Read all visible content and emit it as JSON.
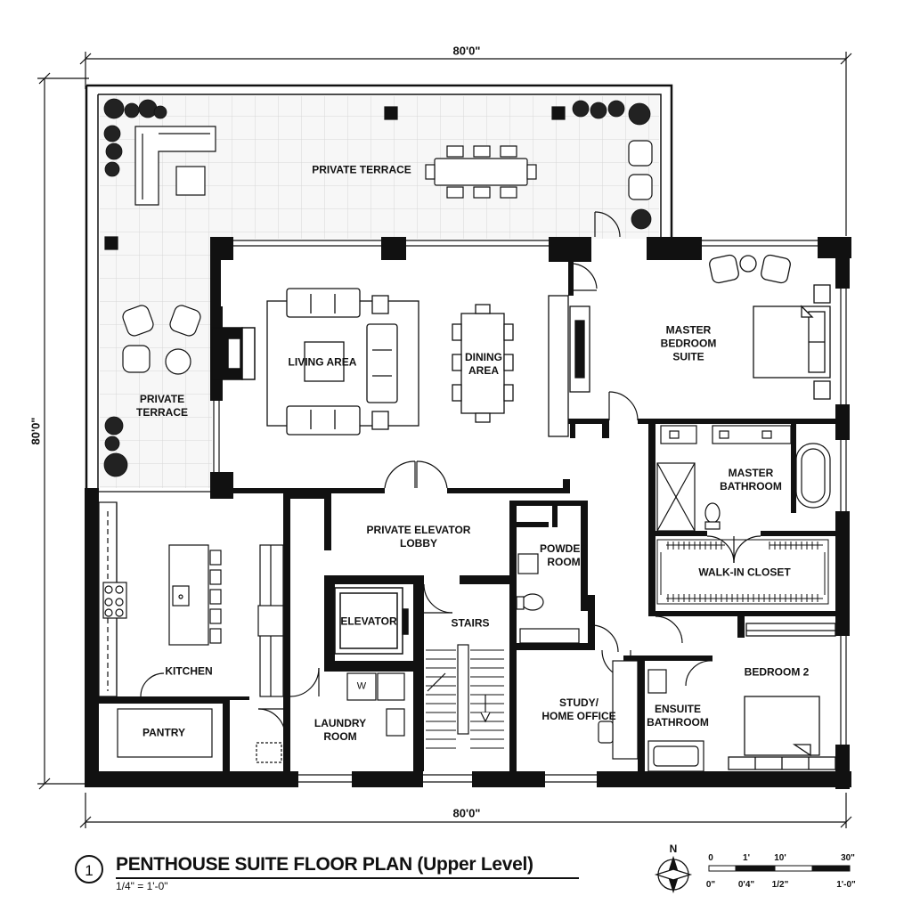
{
  "dimensions": {
    "top": "80'0\"",
    "left": "80'0\"",
    "bottom": "80'0\""
  },
  "rooms": {
    "private_terrace_north": "PRIVATE TERRACE",
    "private_terrace_west": "PRIVATE\nTERRACE",
    "living_area": "LIVING AREA",
    "dining_area": "DINING\nAREA",
    "master_bedroom_suite": "MASTER\nBEDROOM\nSUITE",
    "master_bathroom": "MASTER\nBATHROOM",
    "walk_in_closet": "WALK-IN CLOSET",
    "private_elevator_lobby": "PRIVATE ELEVATOR\nLOBBY",
    "powder_room": "POWDER\nROOM",
    "elevator": "ELEVATOR",
    "stairs": "STAIRS",
    "kitchen": "KITCHEN",
    "pantry": "PANTRY",
    "laundry_room": "LAUNDRY\nROOM",
    "study_home_office": "STUDY/\nHOME OFFICE",
    "ensuite_bathroom": "ENSUITE\nBATHROOM",
    "bedroom_2": "BEDROOM 2",
    "washer_mark": "W"
  },
  "title_block": {
    "number": "1",
    "title": "PENTHOUSE SUITE FLOOR PLAN (Upper Level)",
    "scale": "1/4\" = 1'-0\""
  },
  "north_arrow": {
    "label": "N"
  },
  "scale_bar": {
    "top_labels": [
      "0",
      "1'",
      "10'",
      "30\""
    ],
    "bottom_labels": [
      "0\"",
      "0'4\"",
      "1/2\"",
      "1'-0\""
    ]
  }
}
